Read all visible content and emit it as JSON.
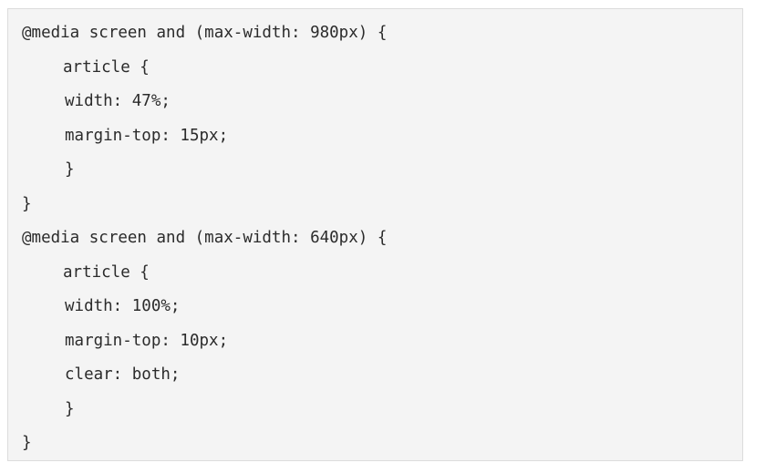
{
  "code": {
    "lines": [
      "@media screen and (max-width: 980px) {",
      "article {",
      "width: 47%;",
      "margin-top: 15px;",
      "}",
      "}",
      "@media screen and (max-width: 640px) {",
      "article {",
      "width: 100%;",
      "margin-top: 10px;",
      "clear: both;",
      "}",
      "}"
    ]
  }
}
